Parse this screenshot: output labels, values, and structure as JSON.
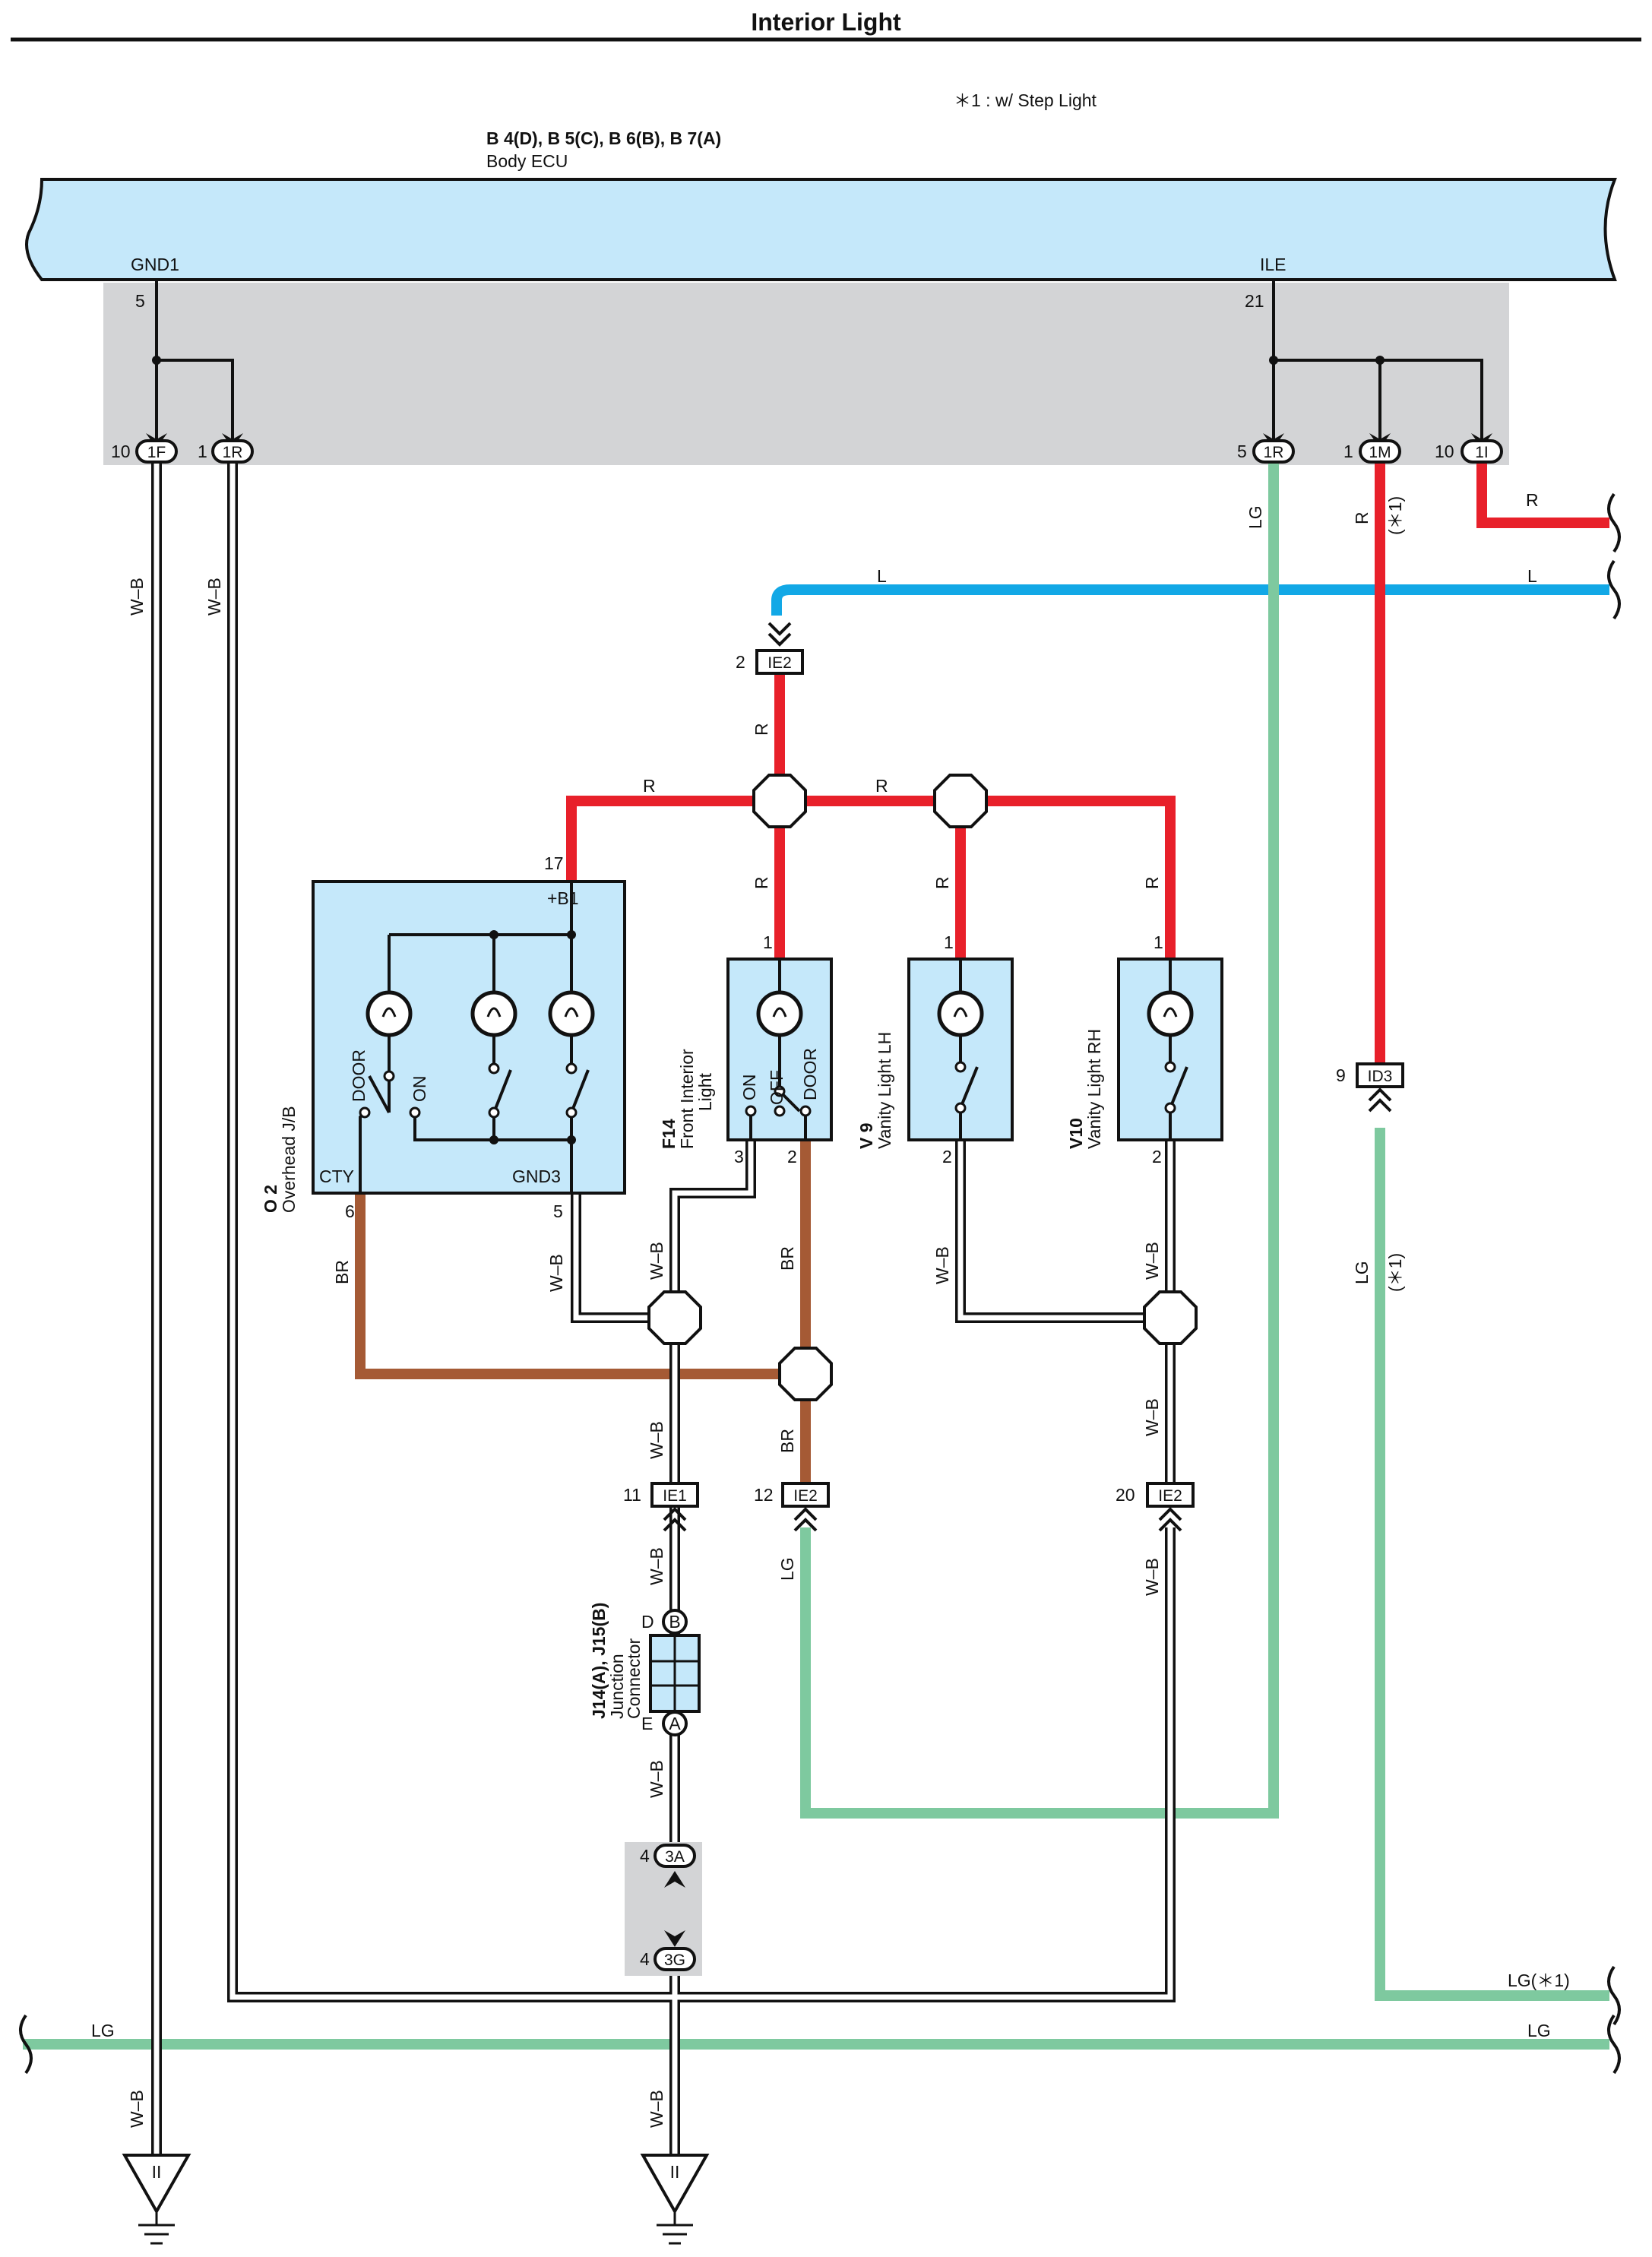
{
  "title": "Interior Light",
  "footnote": "＊1 : w/ Step Light",
  "ecu": {
    "refs": "B 4(D), B 5(C), B 6(B), B 7(A)",
    "name": "Body ECU",
    "pin_gnd1": "GND1",
    "pin_ile": "ILE",
    "pin_num_gnd1": "5",
    "pin_num_ile": "21"
  },
  "colors": {
    "red": "#e8202a",
    "blue": "#12a8e6",
    "light_green": "#7ec99f",
    "brown": "#a55a35",
    "component_fill": "#c5e8fa",
    "shade": "#d3d4d6"
  },
  "connectors": {
    "c1F": {
      "pin": "10",
      "name": "1F"
    },
    "c1R_left": {
      "pin": "1",
      "name": "1R"
    },
    "c1R_right": {
      "pin": "5",
      "name": "1R"
    },
    "c1M": {
      "pin": "1",
      "name": "1M"
    },
    "c1I": {
      "pin": "10",
      "name": "1I"
    },
    "IE2_top": {
      "pin": "2",
      "name": "IE2"
    },
    "ID3": {
      "pin": "9",
      "name": "ID3"
    },
    "IE1": {
      "pin": "11",
      "name": "IE1"
    },
    "IE2_mid": {
      "pin": "12",
      "name": "IE2"
    },
    "IE2_right": {
      "pin": "20",
      "name": "IE2"
    },
    "c3A": {
      "pin": "4",
      "name": "3A"
    },
    "c3G": {
      "pin": "4",
      "name": "3G"
    }
  },
  "wires": {
    "W_B": "W–B",
    "LG": "LG",
    "R": "R",
    "L": "L",
    "BR": "BR",
    "R_star": "R",
    "star1": "(＊1)",
    "LG_star": "LG(＊1)"
  },
  "components": {
    "o2": {
      "id": "O 2",
      "name": "Overhead J/B",
      "pin_b1": "+B1",
      "pin_b1_num": "17",
      "cty": "CTY",
      "gnd3": "GND3",
      "cty_num": "6",
      "gnd3_num": "5",
      "door": "DOOR",
      "on": "ON"
    },
    "f14": {
      "id": "F14",
      "name1": "Front Interior",
      "name2": "Light",
      "pin1": "1",
      "pin3": "3",
      "pin2": "2",
      "on": "ON",
      "off": "OFF",
      "door": "DOOR"
    },
    "v9": {
      "id": "V 9",
      "name": "Vanity Light LH",
      "pin1": "1",
      "pin2": "2"
    },
    "v10": {
      "id": "V10",
      "name": "Vanity Light RH",
      "pin1": "1",
      "pin2": "2"
    },
    "j14": {
      "id": "J14(A), J15(B)",
      "name1": "Junction",
      "name2": "Connector",
      "pin_d": "D",
      "pin_e": "E",
      "b": "B",
      "a": "A"
    }
  },
  "ground": {
    "symbol": "II"
  }
}
